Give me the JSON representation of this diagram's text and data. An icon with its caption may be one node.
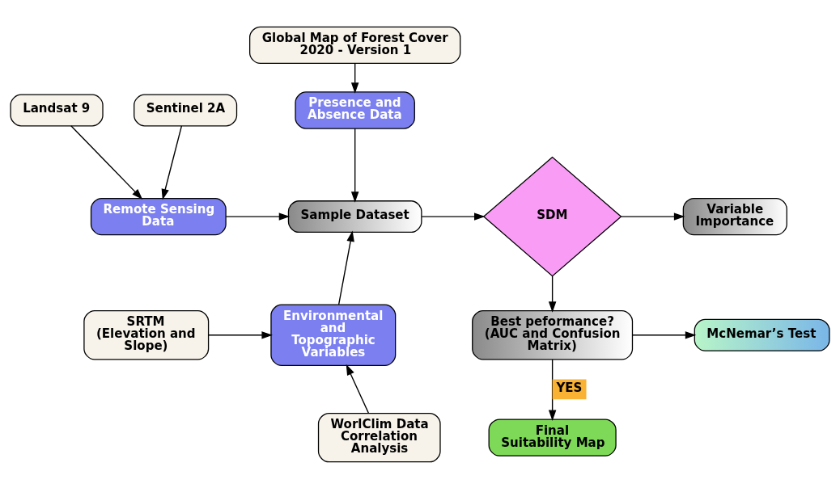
{
  "diagram": {
    "nodes": [
      {
        "text": [
          "Global Map of Forest Cover 2020 - Version 1"
        ]
      },
      {
        "text": [
          "Landsat 9"
        ]
      },
      {
        "text": [
          "Sentinel 2A"
        ]
      },
      {
        "text": [
          "Presence and Absence Data"
        ]
      },
      {
        "text": [
          "Remote Sensing Data"
        ]
      },
      {
        "text": [
          "Sample Dataset"
        ]
      },
      {
        "text": [
          "SDM"
        ]
      },
      {
        "text": [
          "Variable Importance"
        ]
      },
      {
        "text": [
          "SRTM (Elevation and Slope)"
        ]
      },
      {
        "text": [
          "Environmental and Topographic Variables"
        ]
      },
      {
        "text": [
          "Best peformance? (AUC and Confusion Matrix)"
        ]
      },
      {
        "text": [
          "McNemar’s Test"
        ]
      },
      {
        "text": [
          "WorlClim Data Correlation Analysis"
        ]
      },
      {
        "text": [
          "Final Suitability Map"
        ]
      }
    ],
    "edges": [
      {
        "from": 0,
        "to": 3,
        "arrow": "to"
      },
      {
        "from": 1,
        "to": 4,
        "arrow": "to"
      },
      {
        "from": 2,
        "to": 4,
        "arrow": "to"
      },
      {
        "from": 3,
        "to": 5,
        "arrow": "to"
      },
      {
        "from": 4,
        "to": 5,
        "arrow": "to"
      },
      {
        "from": 9,
        "to": 5,
        "arrow": "to"
      },
      {
        "from": 5,
        "to": 6,
        "arrow": "to"
      },
      {
        "from": 6,
        "to": 7,
        "arrow": "to"
      },
      {
        "from": 8,
        "to": 9,
        "arrow": "to"
      },
      {
        "from": 12,
        "to": 9,
        "arrow": "to"
      },
      {
        "from": 6,
        "to": 10,
        "arrow": "to"
      },
      {
        "from": 10,
        "to": 11,
        "arrow": "to"
      },
      {
        "from": 10,
        "to": 13,
        "arrow": "to",
        "label": "YES"
      }
    ]
  }
}
